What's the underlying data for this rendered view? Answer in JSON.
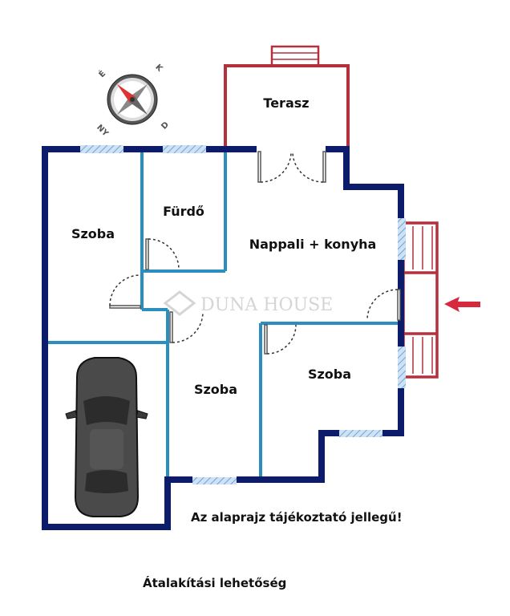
{
  "rooms": {
    "terasz": "Terasz",
    "furdo": "Fürdő",
    "szoba_left": "Szoba",
    "nappali": "Nappali + konyha",
    "szoba_center": "Szoba",
    "szoba_right": "Szoba"
  },
  "compass": {
    "north": "É",
    "east": "K",
    "south": "D",
    "west": "NY"
  },
  "watermark": "DUNA HOUSE",
  "disclaimer": "Az alaprajz tájékoztató jellegű!",
  "caption": "Átalakítási lehetőség",
  "colors": {
    "outer_wall": "#0d1b6b",
    "inner_wall": "#2a8fbf",
    "terrace": "#b3313d",
    "window": "#9cc3e6",
    "entry_arrow": "#d8283e",
    "car_body": "#4a4a4a"
  }
}
